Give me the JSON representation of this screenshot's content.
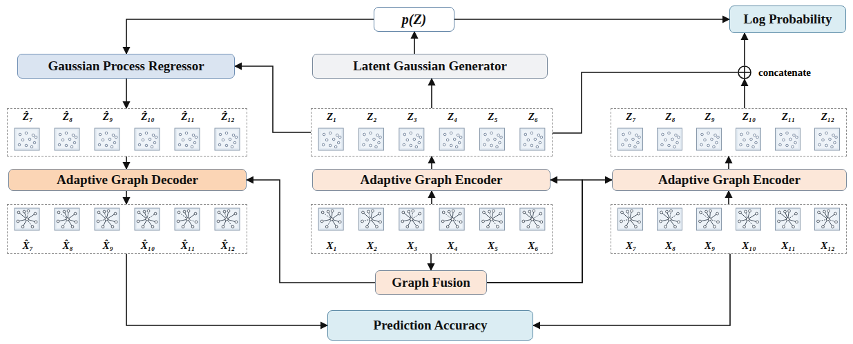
{
  "diagram": {
    "nodes": [
      {
        "text": [
          "p(Z)"
        ]
      },
      {
        "text": [
          "Log Probability"
        ]
      },
      {
        "text": [
          "Gaussian Process Regressor"
        ]
      },
      {
        "text": [
          "Latent Gaussian Generator"
        ]
      },
      {
        "text": [
          "Ẑ₇",
          "Ẑ₈",
          "Ẑ₉",
          "Ẑ₁₀",
          "Ẑ₁₁",
          "Ẑ₁₂"
        ]
      },
      {
        "text": [
          "Z₁",
          "Z₂",
          "Z₃",
          "Z₄",
          "Z₅",
          "Z₆"
        ]
      },
      {
        "text": [
          "Z₇",
          "Z₈",
          "Z₉",
          "Z₁₀",
          "Z₁₁",
          "Z₁₂"
        ]
      },
      {
        "text": [
          "Adaptive Graph Decoder"
        ]
      },
      {
        "text": [
          "Adaptive Graph Encoder"
        ]
      },
      {
        "text": [
          "Adaptive Graph Encoder"
        ]
      },
      {
        "text": [
          "X̂₇",
          "X̂₈",
          "X̂₉",
          "X̂₁₀",
          "X̂₁₁",
          "X̂₁₂"
        ]
      },
      {
        "text": [
          "X₁",
          "X₂",
          "X₃",
          "X₄",
          "X₅",
          "X₆"
        ]
      },
      {
        "text": [
          "X₇",
          "X₈",
          "X₉",
          "X₁₀",
          "X₁₁",
          "X₁₂"
        ]
      },
      {
        "text": [
          "Graph Fusion"
        ]
      },
      {
        "text": [
          "Prediction Accuracy"
        ]
      },
      {
        "text": [
          "concatenate"
        ]
      }
    ],
    "edges": [
      {
        "from": 3,
        "to": 0,
        "arrow": "to"
      },
      {
        "from": 0,
        "to": 1,
        "arrow": "to"
      },
      {
        "from": 0,
        "to": 2,
        "arrow": "to"
      },
      {
        "from": 5,
        "to": 2,
        "arrow": "to"
      },
      {
        "from": 2,
        "to": 4,
        "arrow": "to"
      },
      {
        "from": 4,
        "to": 7,
        "arrow": "to"
      },
      {
        "from": 7,
        "to": 10,
        "arrow": "to"
      },
      {
        "from": 11,
        "to": 8,
        "arrow": "to"
      },
      {
        "from": 8,
        "to": 5,
        "arrow": "to"
      },
      {
        "from": 5,
        "to": 3,
        "arrow": "to"
      },
      {
        "from": 5,
        "to": 15,
        "arrow": "none"
      },
      {
        "from": 6,
        "to": 15,
        "arrow": "to"
      },
      {
        "from": 15,
        "to": 1,
        "arrow": "to"
      },
      {
        "from": 9,
        "to": 6,
        "arrow": "to"
      },
      {
        "from": 12,
        "to": 9,
        "arrow": "to"
      },
      {
        "from": 11,
        "to": 13,
        "arrow": "to"
      },
      {
        "from": 13,
        "to": 7,
        "arrow": "to"
      },
      {
        "from": 13,
        "to": 8,
        "arrow": "to"
      },
      {
        "from": 13,
        "to": 9,
        "arrow": "to"
      },
      {
        "from": 10,
        "to": 14,
        "arrow": "to"
      },
      {
        "from": 12,
        "to": 14,
        "arrow": "to"
      }
    ]
  }
}
